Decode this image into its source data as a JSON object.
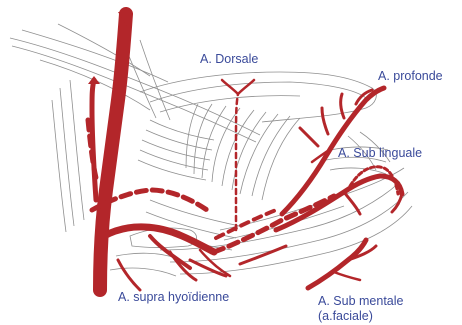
{
  "labels": {
    "dorsale": "A.  Dorsale",
    "profonde": "A.  profonde",
    "sub_linguale": "A.  Sub linguale",
    "supra_hyoidienne": "A.  supra hyoïdienne",
    "sub_mentale": "A.  Sub mentale",
    "faciale": "(a.faciale)"
  },
  "colors": {
    "artery_red": "#b3262a",
    "label_blue": "#3a4a9a",
    "sketch_gray": "#8a8a8a"
  }
}
